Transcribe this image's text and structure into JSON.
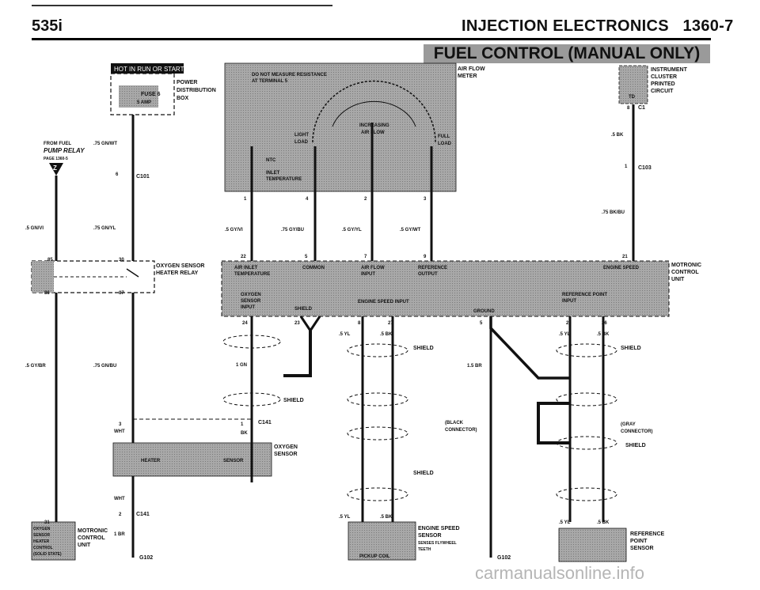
{
  "header": {
    "model": "535i",
    "section": "INJECTION ELECTRONICS",
    "page": "1360-7"
  },
  "banner": "FUEL CONTROL (MANUAL ONLY)",
  "watermark": "carmanualsonline.info",
  "labels": {
    "hot_in_run": "HOT IN RUN OR START",
    "fuse": "FUSE 6",
    "amp": "5 AMP",
    "power_dist": [
      "POWER",
      "DISTRIBUTION",
      "BOX"
    ],
    "from_fuel": [
      "FROM FUEL",
      "PUMP RELAY",
      "PAGE 1360-5"
    ],
    "z_tag": "Z",
    "w_75gnwt": ".75 GN/WT",
    "pin6": "6",
    "c101": "C101",
    "w_5gnvi": ".5 GN/VI",
    "w_75gnyl": ".75 GN/YL",
    "oxy_relay": [
      "OXYGEN SENSOR",
      "HEATER RELAY"
    ],
    "pin30": "30",
    "pin85": "85",
    "pin86": "86",
    "pin87": "87",
    "w_5gybr": ".5 GY/BR",
    "w_75gnbu": ".75 GN/BU",
    "pin3": "3",
    "wht": "WHT",
    "pin1": "1",
    "bk": "BK",
    "c141": "C141",
    "heater": "HEATER",
    "sensor": "SENSOR",
    "oxy_sensor": [
      "OXYGEN",
      "SENSOR"
    ],
    "pin2": "2",
    "br": "1 BR",
    "c102": "G102",
    "pin31": "31",
    "mu_left_text": [
      "OXYGEN",
      "SENSOR",
      "HEATER",
      "CONTROL",
      "(SOLID STATE)"
    ],
    "mu_label": [
      "MOTRONIC",
      "CONTROL",
      "UNIT"
    ],
    "afm_box": [
      "DO NOT MEASURE RESISTANCE",
      "AT TERMINAL 5"
    ],
    "increasing": [
      "INCREASING",
      "AIR FLOW"
    ],
    "light_load": [
      "LIGHT",
      "LOAD"
    ],
    "full_load": [
      "FULL",
      "LOAD"
    ],
    "ntc": "NTC",
    "inlet_temp": [
      "INLET",
      "TEMPERATURE"
    ],
    "afm_label": [
      "AIR FLOW",
      "METER"
    ],
    "afm_pins": [
      "1",
      "4",
      "2",
      "3"
    ],
    "w_5gyvi": ".5 GY/VI",
    "w_75gybu": ".75 GY/BU",
    "w_5gyyl": ".5 GY/YL",
    "w_5gywt": ".5 GY/WT",
    "ic_label": [
      "INSTRUMENT",
      "CLUSTER",
      "PRINTED",
      "CIRCUIT"
    ],
    "ic_td": "TD",
    "ic_pin8": "8",
    "c1": "C1",
    "w_5bk": ".5 BK",
    "c103": "C103",
    "w_75bkbu": ".75 BK/BU",
    "ecu_pins_top": [
      "22",
      "5",
      "7",
      "9",
      "21"
    ],
    "ecu_air_inlet": [
      "AIR INLET",
      "TEMPERATURE"
    ],
    "ecu_common": "COMMON",
    "ecu_airflow": [
      "AIR FLOW",
      "INPUT"
    ],
    "ecu_ref": [
      "REFERENCE",
      "OUTPUT"
    ],
    "ecu_engine_speed": "ENGINE SPEED",
    "ecu_oxy_input": [
      "OXYGEN",
      "SENSOR",
      "INPUT"
    ],
    "ecu_shield": "SHIELD",
    "ecu_esi": "ENGINE SPEED INPUT",
    "ecu_ground": "GROUND",
    "ecu_rpi": [
      "REFERENCE POINT",
      "INPUT"
    ],
    "ecu_pins_bottom": [
      "24",
      "23",
      "8",
      "27",
      "5",
      "25",
      "26"
    ],
    "motronic_right": [
      "MOTRONIC",
      "CONTROL",
      "UNIT"
    ],
    "w_1gn": "1 GN",
    "shield": "SHIELD",
    "w_5yl": ".5 YL",
    "w_5bk2": ".5 BK",
    "black_conn": [
      "(BLACK",
      "CONNECTOR)"
    ],
    "gray_conn": [
      "(GRAY",
      "CONNECTOR)"
    ],
    "w_15br": "1.5 BR",
    "pickup": "PICKUP COIL",
    "es_sensor": [
      "ENGINE SPEED",
      "SENSOR",
      "SENSES FLYWHEEL",
      "TEETH"
    ],
    "g102_mid": "G102",
    "ref_sensor": [
      "REFERENCE",
      "POINT",
      "SENSOR"
    ]
  }
}
